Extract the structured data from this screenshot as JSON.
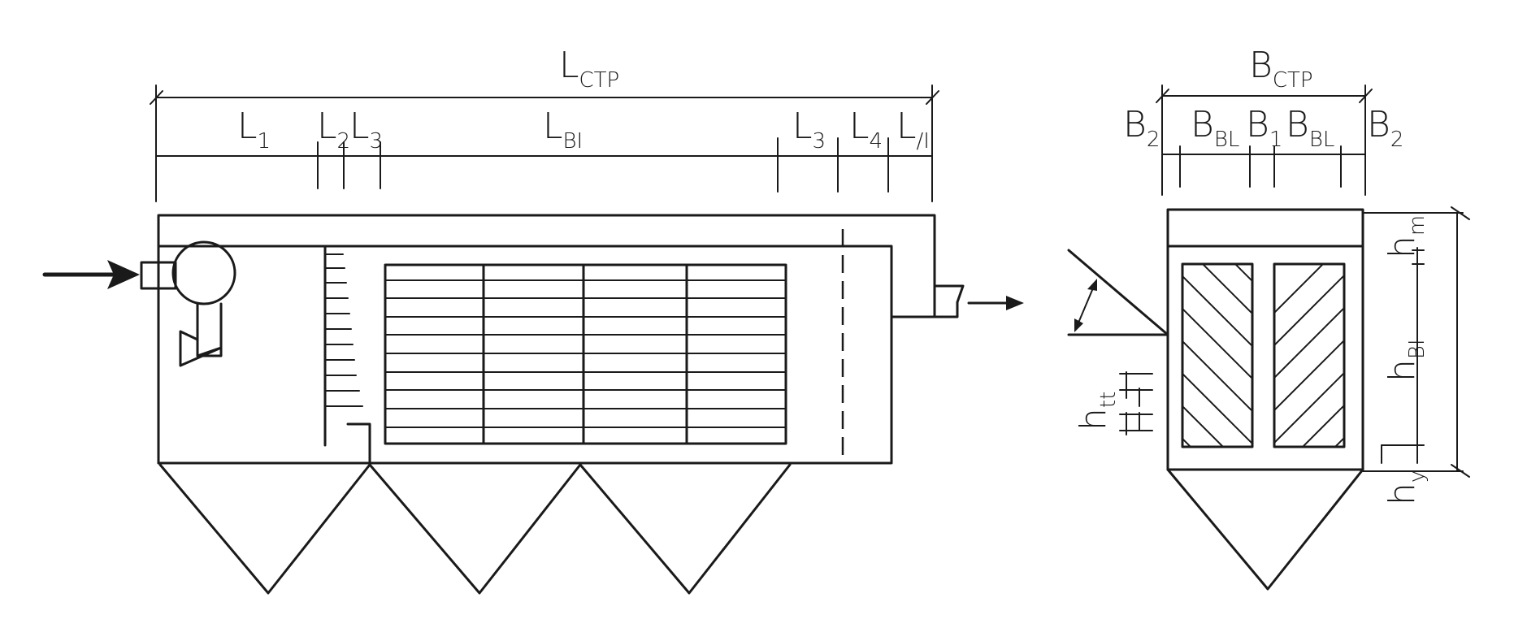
{
  "side_view": {
    "overall_length": {
      "main": "L",
      "sub": "CTP"
    },
    "segments": [
      {
        "main": "L",
        "sub": "1"
      },
      {
        "main": "L",
        "sub": "2"
      },
      {
        "main": "L",
        "sub": "3"
      },
      {
        "main": "L",
        "sub": "BI"
      },
      {
        "main": "L",
        "sub": "3"
      },
      {
        "main": "L",
        "sub": "4"
      },
      {
        "main": "L",
        "sub": "/I"
      }
    ],
    "hoppers": 3
  },
  "end_view": {
    "overall_width": {
      "main": "B",
      "sub": "CTP"
    },
    "segments": [
      {
        "main": "B",
        "sub": "2"
      },
      {
        "main": "B",
        "sub": "BL"
      },
      {
        "main": "B",
        "sub": "1"
      },
      {
        "main": "B",
        "sub": "BL"
      },
      {
        "main": "B",
        "sub": "2"
      }
    ],
    "heights": [
      {
        "main": "h",
        "sub": "m"
      },
      {
        "main": "h",
        "sub": "BI"
      },
      {
        "main": "h",
        "sub": "y"
      }
    ],
    "tier_height": {
      "main": "h",
      "sub": "tt"
    }
  },
  "colors": {
    "ink": "#1a1a1a",
    "background": "#ffffff"
  }
}
